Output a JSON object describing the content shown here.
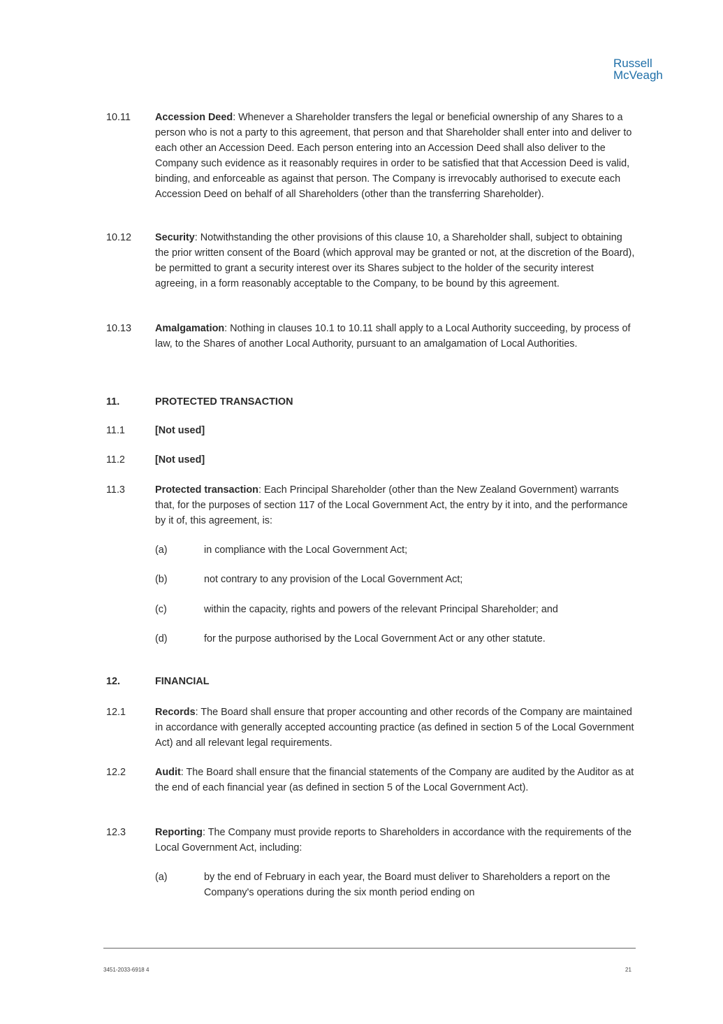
{
  "header": {
    "logo_line1": "Russell",
    "logo_line2": "McVeagh"
  },
  "sections": {
    "s10_11": {
      "num": "10.11",
      "title": "Accession Deed",
      "body": ": Whenever a Shareholder transfers the legal or beneficial ownership of any Shares to a person who is not a party to this agreement, that person and that Shareholder shall enter into and deliver to each other an Accession Deed. Each person entering into an Accession Deed shall also deliver to the Company such evidence as it reasonably requires in order to be satisfied that that Accession Deed is valid, binding, and enforceable as against that person. The Company is irrevocably authorised to execute each Accession Deed on behalf of all Shareholders (other than the transferring Shareholder)."
    },
    "s10_12": {
      "num": "10.12",
      "title": "Security",
      "body": ": Notwithstanding the other provisions of this clause 10, a Shareholder shall, subject to obtaining the prior written consent of the Board (which approval may be granted or not, at the discretion of the Board), be permitted to grant a security interest over its Shares subject to the holder of the security interest agreeing, in a form reasonably acceptable to the Company, to be bound by this agreement."
    },
    "s10_13": {
      "num": "10.13",
      "title": "Amalgamation",
      "body": ": Nothing in clauses 10.1 to 10.11 shall apply to a Local Authority succeeding, by process of law, to the Shares of another Local Authority, pursuant to an amalgamation of Local Authorities."
    },
    "s11": {
      "num": "11.",
      "title": "PROTECTED TRANSACTION"
    },
    "s11_1": {
      "num": "11.1",
      "title": "[Not used]"
    },
    "s11_2": {
      "num": "11.2",
      "title": "[Not used]"
    },
    "s11_3": {
      "num": "11.3",
      "title": "Protected transaction",
      "body": ": Each Principal Shareholder (other than the New Zealand Government) warrants that, for the purposes of section 117 of the Local Government Act, the entry by it into, and the performance by it of, this agreement, is:",
      "items": [
        {
          "letter": "(a)",
          "text": "in compliance with the Local Government Act;"
        },
        {
          "letter": "(b)",
          "text": "not contrary to any provision of the Local Government Act;"
        },
        {
          "letter": "(c)",
          "text": "within the capacity, rights and powers of the relevant Principal Shareholder; and"
        },
        {
          "letter": "(d)",
          "text": "for the purpose authorised by the Local Government Act or any other statute."
        }
      ]
    },
    "s12": {
      "num": "12.",
      "title": "FINANCIAL"
    },
    "s12_1": {
      "num": "12.1",
      "title": "Records",
      "body": ": The Board shall ensure that proper accounting and other records of the Company are maintained in accordance with generally accepted accounting practice (as defined in section 5 of the Local Government Act) and all relevant legal requirements."
    },
    "s12_2": {
      "num": "12.2",
      "title": "Audit",
      "body": ": The Board shall ensure that the financial statements of the Company are audited by the Auditor as at the end of each financial year (as defined in section 5 of the Local Government Act)."
    },
    "s12_3": {
      "num": "12.3",
      "title": "Reporting",
      "body": ": The Company must provide reports to Shareholders in accordance with the requirements of the Local Government Act, including:",
      "items": [
        {
          "letter": "(a)",
          "text": "by the end of February in each year, the Board must deliver to Shareholders a report on the Company's operations during the six month period ending on"
        }
      ]
    }
  },
  "footer": {
    "doc_ref": "3451-2033-6918 4",
    "page_number": "21"
  }
}
